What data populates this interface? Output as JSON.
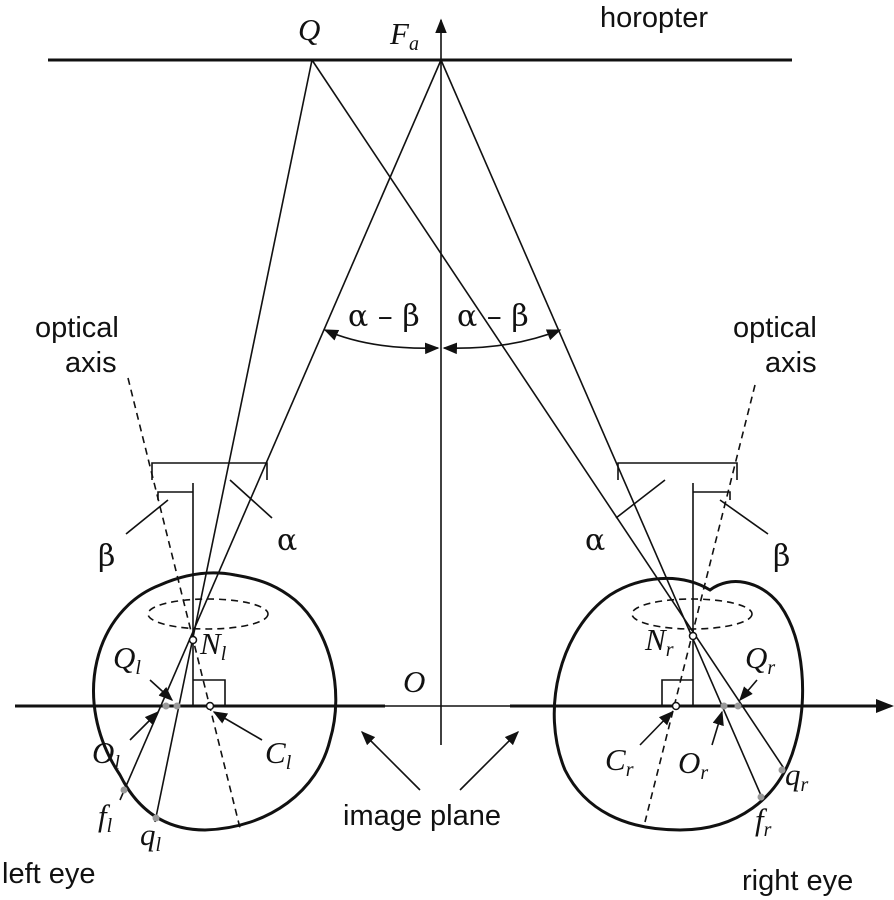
{
  "labels": {
    "horopter": "horopter",
    "Q": "Q",
    "Fa_main": "F",
    "Fa_sub": "a",
    "O": "O",
    "alpha_minus_beta_left": "α – β",
    "alpha_minus_beta_right": "α – β",
    "optical_axis_left_1": "optical",
    "optical_axis_left_2": "axis",
    "optical_axis_right_1": "optical",
    "optical_axis_right_2": "axis",
    "alpha_left": "α",
    "beta_left": "β",
    "alpha_right": "α",
    "beta_right": "β",
    "Nl_main": "N",
    "Nl_sub": "l",
    "Nr_main": "N",
    "Nr_sub": "r",
    "Ql_main": "Q",
    "Ql_sub": "l",
    "Qr_main": "Q",
    "Qr_sub": "r",
    "Ol_main": "O",
    "Ol_sub": "l",
    "Or_main": "O",
    "Or_sub": "r",
    "Cl_main": "C",
    "Cl_sub": "l",
    "Cr_main": "C",
    "Cr_sub": "r",
    "fl_main": "f",
    "fl_sub": "l",
    "ql_main": "q",
    "ql_sub": "l",
    "fr_main": "f",
    "fr_sub": "r",
    "qr_main": "q",
    "qr_sub": "r",
    "image_plane": "image plane",
    "left_eye": "left eye",
    "right_eye": "right eye"
  }
}
